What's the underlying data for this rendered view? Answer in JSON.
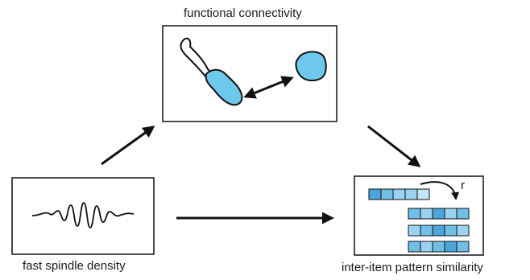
{
  "labels": {
    "fc": "functional connectivity",
    "fsd": "fast spindle density",
    "ips": "inter-item pattern similarity",
    "r": "r"
  },
  "colors": {
    "ink": "#111111",
    "region_fill": "#6ec8ec",
    "pattern_shades": [
      "#2f8fc9",
      "#4aa6d8",
      "#71bfe6",
      "#9ad3f0",
      "#c3e6f7"
    ]
  },
  "pattern_rows": [
    [
      1,
      2,
      3,
      3,
      4
    ],
    [
      2,
      3,
      1,
      3,
      2
    ],
    [
      3,
      2,
      1,
      2,
      3
    ],
    [
      2,
      3,
      2,
      1,
      2
    ]
  ]
}
